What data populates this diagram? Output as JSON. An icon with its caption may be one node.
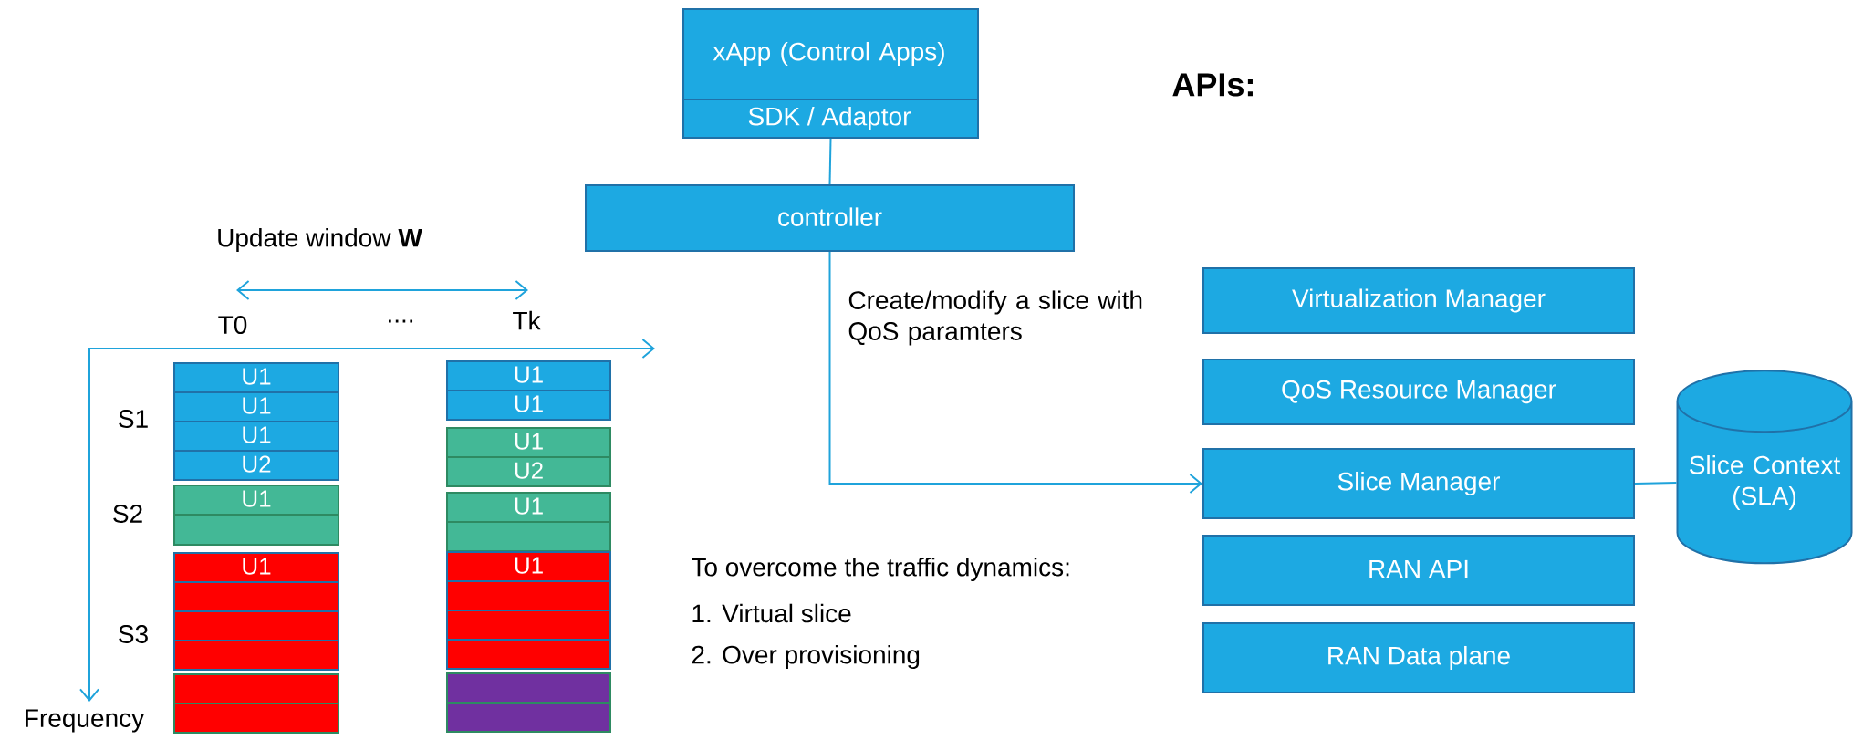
{
  "diagram": {
    "nodes": [
      {
        "text": [
          "xApp (Control Apps)",
          "SDK / Adaptor"
        ]
      },
      {
        "text": [
          "controller"
        ]
      },
      {
        "text": [
          "Virtualization Manager"
        ]
      },
      {
        "text": [
          "QoS Resource Manager"
        ]
      },
      {
        "text": [
          "Slice Manager"
        ]
      },
      {
        "text": [
          "Slice Context (SLA)"
        ]
      },
      {
        "text": [
          "RAN API"
        ]
      },
      {
        "text": [
          "RAN Data plane"
        ]
      },
      {
        "text": [
          "U1"
        ]
      },
      {
        "text": [
          "U1"
        ]
      },
      {
        "text": [
          "U1"
        ]
      },
      {
        "text": [
          "U2"
        ]
      },
      {
        "text": [
          "U1"
        ]
      },
      {
        "text": [],
        "shape": "box"
      },
      {
        "text": [
          "U1"
        ]
      },
      {
        "text": [],
        "shape": "box"
      },
      {
        "text": [],
        "shape": "box"
      },
      {
        "text": [],
        "shape": "box"
      },
      {
        "text": [],
        "shape": "box"
      },
      {
        "text": [],
        "shape": "box"
      },
      {
        "text": [
          "U1"
        ]
      },
      {
        "text": [
          "U1"
        ]
      },
      {
        "text": [
          "U1"
        ]
      },
      {
        "text": [
          "U2"
        ]
      },
      {
        "text": [
          "U1"
        ]
      },
      {
        "text": [],
        "shape": "box"
      },
      {
        "text": [
          "U1"
        ]
      },
      {
        "text": [],
        "shape": "box"
      },
      {
        "text": [],
        "shape": "box"
      },
      {
        "text": [],
        "shape": "box"
      },
      {
        "text": [],
        "shape": "box"
      },
      {
        "text": [],
        "shape": "box"
      }
    ],
    "edges": [
      {
        "from": 0,
        "to": 1,
        "arrow": "none"
      },
      {
        "from": 1,
        "to": 4,
        "arrow": "to",
        "label": "Create/modify a slice with QoS paramters"
      },
      {
        "from": 4,
        "to": 5,
        "arrow": "none"
      }
    ],
    "labels": [
      "Update window **W**",
      "T0",
      "....",
      "Tk",
      "S1",
      "S2",
      "S3",
      "Frequency",
      "APIs:",
      "To overcome the traffic dynamics:",
      "1. Virtual slice",
      "2. Over provisioning"
    ]
  }
}
